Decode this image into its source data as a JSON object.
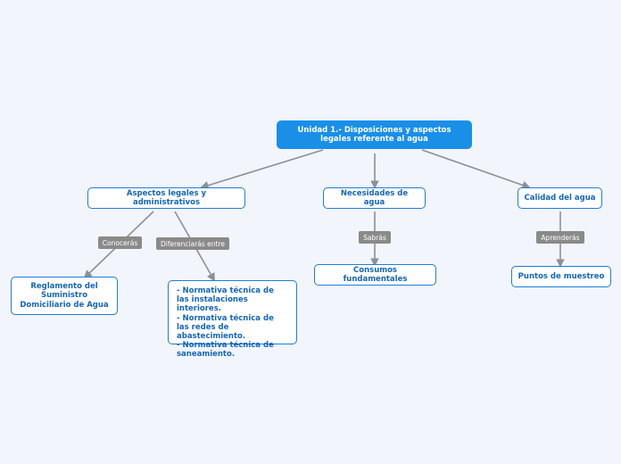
{
  "colors": {
    "background": "#f2f5fc",
    "root_fill": "#1a8fe8",
    "node_border": "#1d7fd6",
    "node_text": "#1466b8",
    "connector": "#8d9098",
    "edge_label_fill": "#8a8a8a"
  },
  "diagram": {
    "root": "Unidad 1.- Disposiciones y aspectos legales referente al agua",
    "nodes": {
      "aspectos": "Aspectos legales y administrativos",
      "necesidades": "Necesidades de agua",
      "calidad": "Calidad del agua",
      "reglamento": "Reglamento del Suministro Domiciliario de Agua",
      "normativa": "- Normativa técnica de las instalaciones interiores.\n- Normativa técnica de las redes de abastecimiento.\n- Normativa técnica de saneamiento.",
      "consumos": "Consumos fundamentales",
      "puntos": "Puntos de muestreo"
    },
    "edge_labels": {
      "conoceras": "Conocerás",
      "diferenciaras": "Diferenciarás entre",
      "sabras": "Sabrás",
      "aprenderas": "Aprenderás"
    }
  }
}
